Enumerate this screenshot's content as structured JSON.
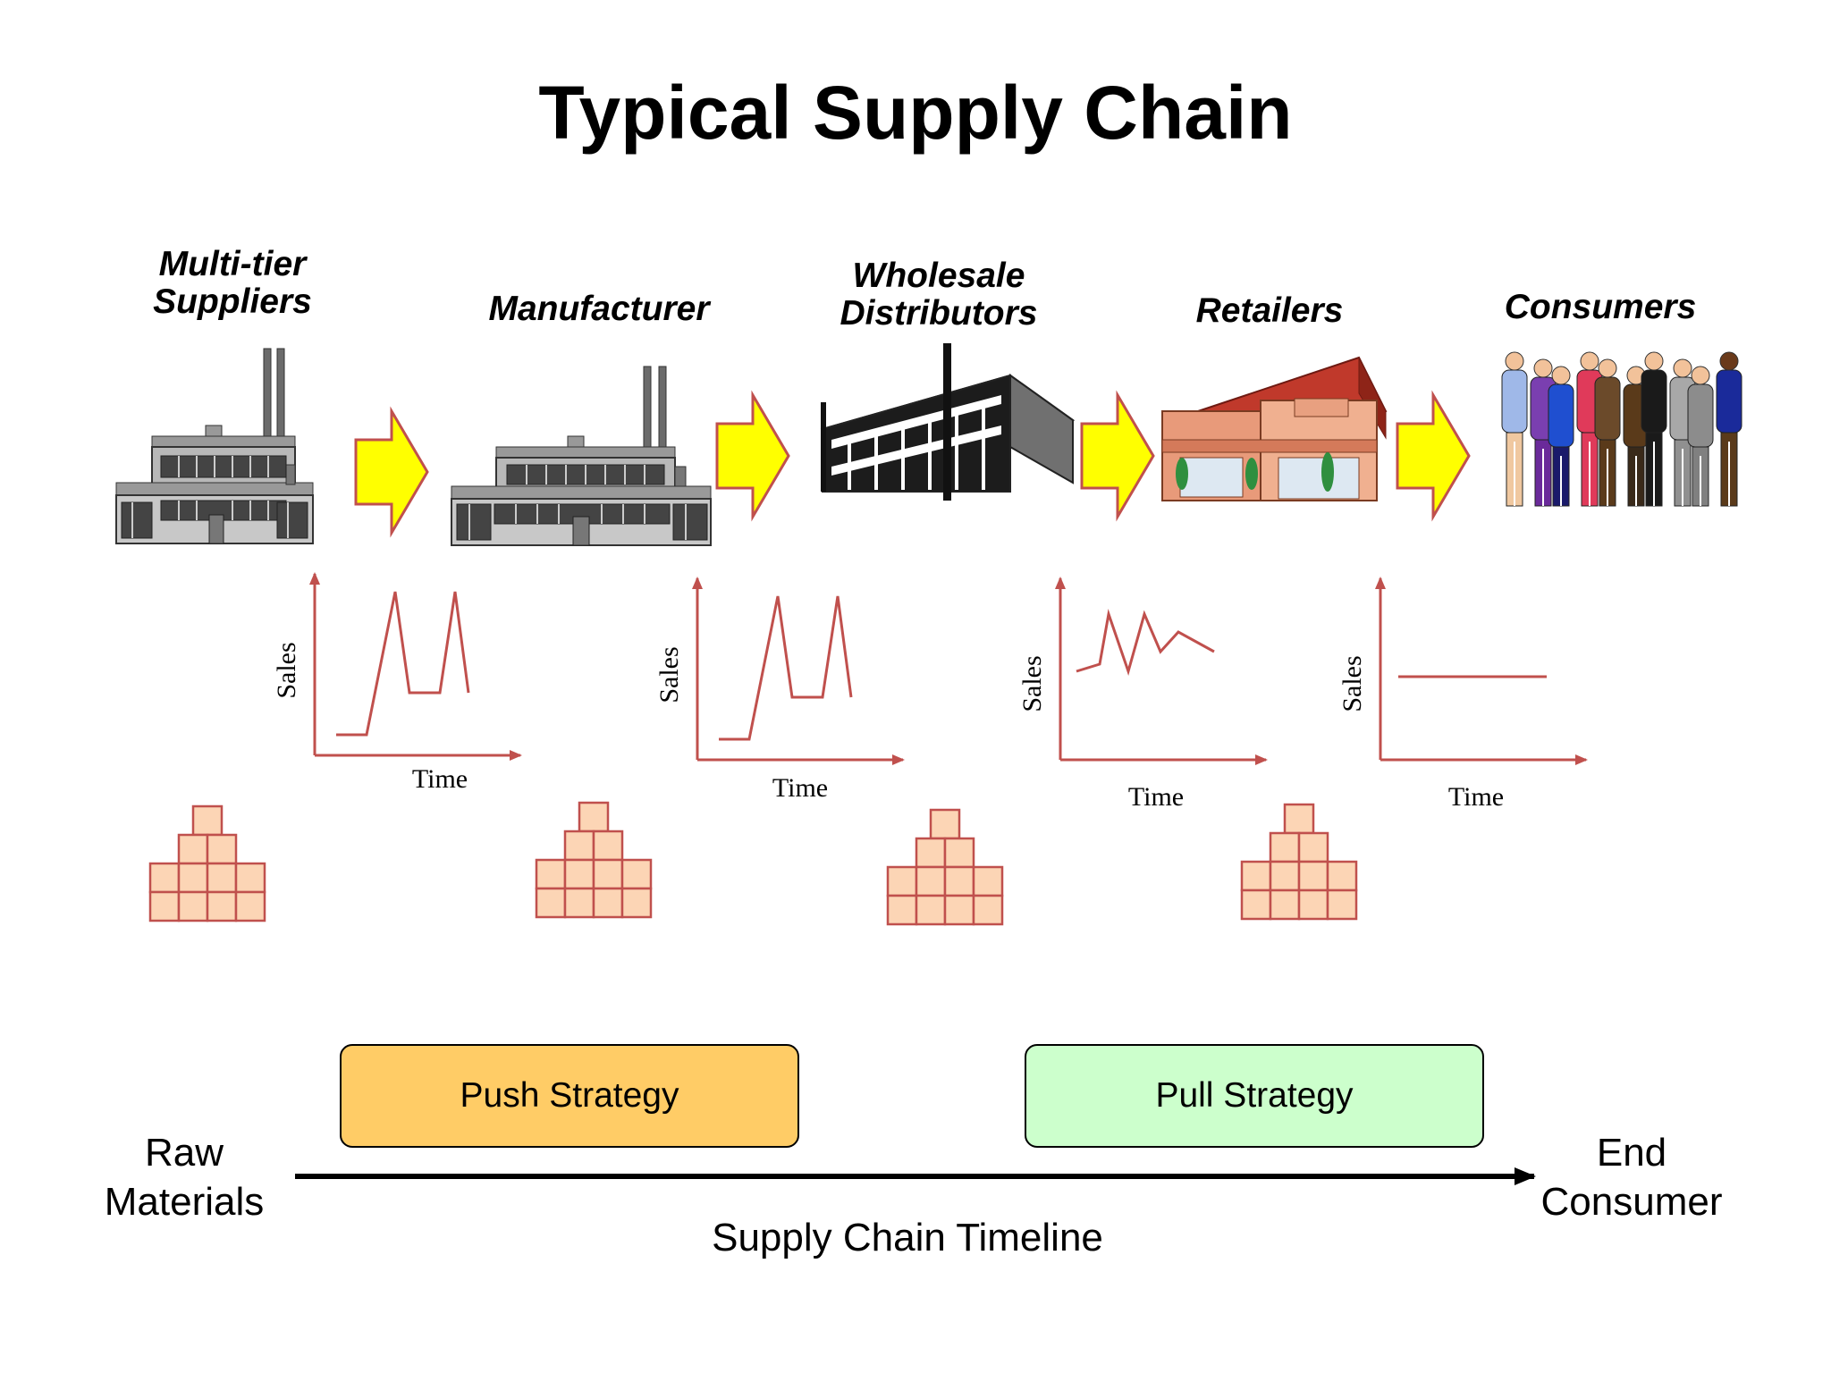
{
  "title": "Typical Supply Chain",
  "stages": [
    {
      "label": "Multi-tier\nSuppliers",
      "icon": "factory-icon"
    },
    {
      "label": "Manufacturer",
      "icon": "factory-icon"
    },
    {
      "label": "Wholesale\nDistributors",
      "icon": "warehouse-icon"
    },
    {
      "label": "Retailers",
      "icon": "store-icon"
    },
    {
      "label": "Consumers",
      "icon": "people-icon"
    }
  ],
  "charts": [
    {
      "ylabel": "Sales",
      "xlabel": "Time",
      "shape": "double-spike"
    },
    {
      "ylabel": "Sales",
      "xlabel": "Time",
      "shape": "double-spike"
    },
    {
      "ylabel": "Sales",
      "xlabel": "Time",
      "shape": "zigzag"
    },
    {
      "ylabel": "Sales",
      "xlabel": "Time",
      "shape": "flat"
    }
  ],
  "strategies": {
    "push": {
      "label": "Push Strategy",
      "color": "#ffcc66"
    },
    "pull": {
      "label": "Pull Strategy",
      "color": "#ccffcc"
    }
  },
  "timeline": {
    "start": "Raw\nMaterials",
    "end": "End\nConsumer",
    "label": "Supply Chain Timeline"
  },
  "colors": {
    "flow_arrow": "#ffff00",
    "chart_line": "#c0504d",
    "inventory_box": "#fcd5b5"
  }
}
